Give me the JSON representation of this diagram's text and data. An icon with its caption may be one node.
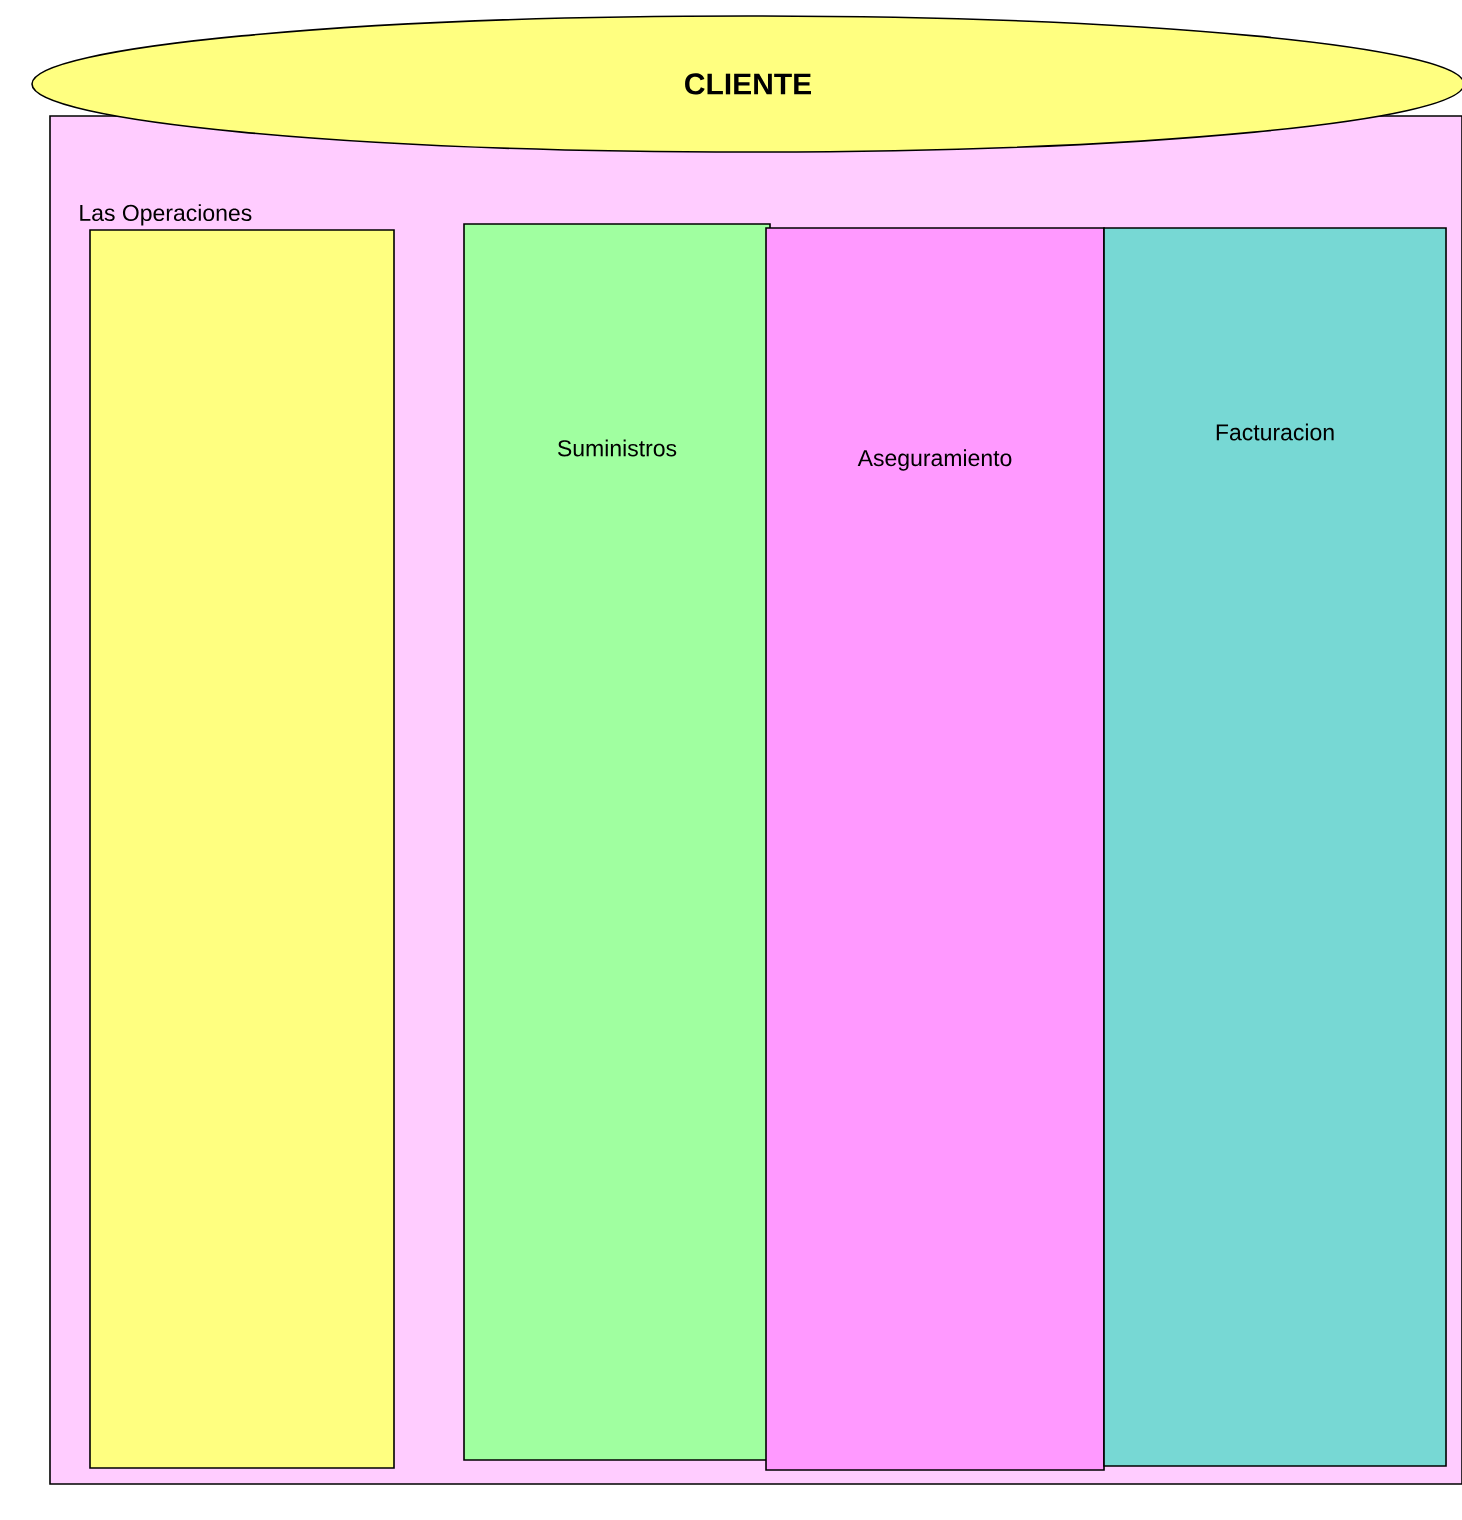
{
  "diagram": {
    "nodes": [
      {
        "text": [
          "CLIENTE"
        ]
      },
      {
        "text": [],
        "shape": "box"
      },
      {
        "text": [
          "Las Operaciones"
        ],
        "in": 1
      },
      {
        "text": [
          "Suministros"
        ],
        "in": 1
      },
      {
        "text": [
          "Aseguramiento"
        ],
        "in": 1
      },
      {
        "text": [
          "Facturacion"
        ],
        "in": 1
      }
    ]
  }
}
